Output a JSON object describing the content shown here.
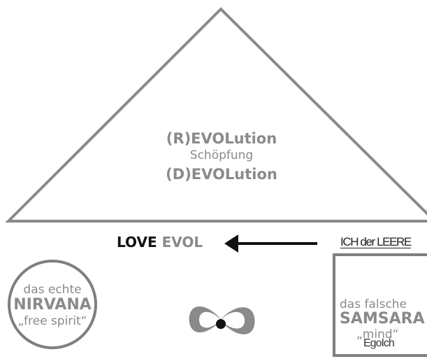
{
  "triangle": {
    "line1": "(R)EVOLution",
    "line2": "Schöpfung",
    "line3": "(D)EVOLution"
  },
  "love_evol": {
    "word1": "LOVE",
    "word2": "EVOL"
  },
  "ich_label": "ICH der LEERE",
  "nirvana": {
    "line1": "das echte",
    "line2": "NIRVANA",
    "line3": "„free spirit“"
  },
  "samsara": {
    "line1": "das falsche",
    "line2": "SAMSARA",
    "line3": "„mind“",
    "line4": "EgoIch"
  },
  "colors": {
    "outline_gray": "#7f7f7f",
    "text_gray": "#8a8a8a",
    "arrow": "#111111",
    "infinity_fill": "#8a8a8a"
  }
}
